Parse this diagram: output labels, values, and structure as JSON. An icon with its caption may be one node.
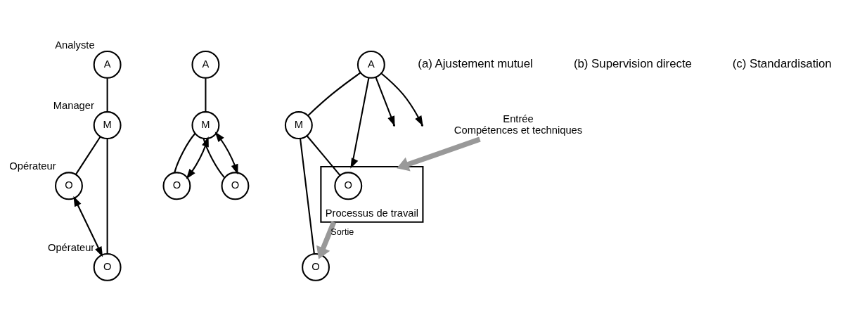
{
  "diagram": {
    "nodes": [
      {
        "text": [
          "M"
        ],
        "beside": [
          "Manager"
        ]
      },
      {
        "text": [
          "A"
        ],
        "beside": [
          "Analyste"
        ]
      },
      {
        "text": [
          "O"
        ],
        "beside": [
          "Opérateur"
        ]
      },
      {
        "text": [
          "O"
        ],
        "beside": [
          "Opérateur"
        ]
      },
      {
        "text": [
          "M"
        ]
      },
      {
        "text": [
          "A"
        ]
      },
      {
        "text": [
          "O"
        ]
      },
      {
        "text": [
          "O"
        ]
      },
      {
        "text": [
          "M"
        ]
      },
      {
        "text": [
          "A"
        ]
      },
      {
        "text": [],
        "shape": "box",
        "beside": [
          "Processus de travail"
        ]
      },
      {
        "text": [
          "O"
        ],
        "in": 10
      },
      {
        "text": [
          "O"
        ]
      },
      {
        "text": [
          "Entrée",
          "Compétences et techniques"
        ]
      }
    ],
    "edges": [
      {
        "from": 1,
        "to": 0,
        "arrow": "none"
      },
      {
        "from": 0,
        "to": 2,
        "arrow": "none"
      },
      {
        "from": 0,
        "to": 3,
        "arrow": "none"
      },
      {
        "from": 2,
        "to": 3,
        "arrow": "both"
      },
      {
        "from": 5,
        "to": 4,
        "arrow": "none"
      },
      {
        "from": 4,
        "to": 6,
        "arrow": "none"
      },
      {
        "from": 4,
        "to": 7,
        "arrow": "none"
      },
      {
        "from": 4,
        "to": 6,
        "arrow": "both"
      },
      {
        "from": 4,
        "to": 7,
        "arrow": "both"
      },
      {
        "from": 9,
        "to": 8,
        "arrow": "none"
      },
      {
        "from": 8,
        "to": 11,
        "arrow": "none"
      },
      {
        "from": 8,
        "to": 12,
        "arrow": "none"
      },
      {
        "from": 9,
        "to": null,
        "arrow": "to"
      },
      {
        "from": 9,
        "to": 10,
        "arrow": "to"
      },
      {
        "from": 9,
        "to": null,
        "arrow": "to"
      },
      {
        "from": 13,
        "to": 10,
        "arrow": "to",
        "style": "thick",
        "color": "#999999"
      },
      {
        "from": 10,
        "to": 12,
        "arrow": "to",
        "label": "Sortie",
        "style": "thick",
        "color": "#999999"
      }
    ],
    "labels": [
      "(a) Ajustement mutuel",
      "(b) Supervision directe",
      "(c) Standardisation"
    ]
  }
}
